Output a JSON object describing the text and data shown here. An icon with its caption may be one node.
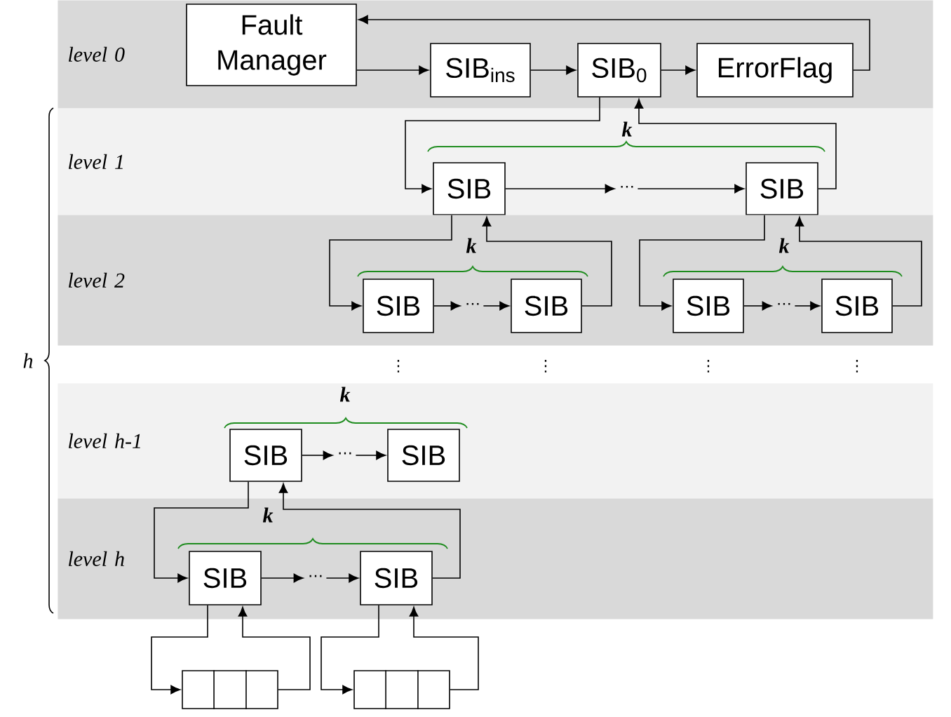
{
  "diagram": {
    "nodes": [
      {
        "text": [
          "level 0"
        ]
      },
      {
        "text": [
          "Fault Manager"
        ],
        "in": 0
      },
      {
        "text": [
          "SIB$_{ins}$"
        ],
        "in": 0
      },
      {
        "text": [
          "SIB$_{0}$"
        ],
        "in": 0
      },
      {
        "text": [
          "ErrorFlag"
        ],
        "in": 0
      },
      {
        "text": [
          "level 1"
        ]
      },
      {
        "text": [
          "SIB"
        ],
        "in": 5
      },
      {
        "text": [
          "⋯"
        ],
        "in": 5
      },
      {
        "text": [
          "SIB"
        ],
        "in": 5
      },
      {
        "text": [
          "level 2"
        ]
      },
      {
        "text": [
          "SIB"
        ],
        "in": 9
      },
      {
        "text": [
          "⋯"
        ],
        "in": 9
      },
      {
        "text": [
          "SIB"
        ],
        "in": 9
      },
      {
        "text": [
          "SIB"
        ],
        "in": 9
      },
      {
        "text": [
          "⋯"
        ],
        "in": 9
      },
      {
        "text": [
          "SIB"
        ],
        "in": 9
      },
      {
        "text": [
          "level h-1"
        ]
      },
      {
        "text": [
          "SIB"
        ],
        "in": 16
      },
      {
        "text": [
          "⋯"
        ],
        "in": 16
      },
      {
        "text": [
          "SIB"
        ],
        "in": 16
      },
      {
        "text": [
          "level h"
        ]
      },
      {
        "text": [
          "SIB"
        ],
        "in": 20
      },
      {
        "text": [
          "⋯"
        ],
        "in": 20
      },
      {
        "text": [
          "SIB"
        ],
        "in": 20
      },
      {
        "text": [],
        "shape": "box"
      },
      {
        "text": [],
        "shape": "box"
      }
    ],
    "edges": [
      {
        "from": 1,
        "to": 2,
        "arrow": "to"
      },
      {
        "from": 2,
        "to": 3,
        "arrow": "to"
      },
      {
        "from": 3,
        "to": 4,
        "arrow": "to"
      },
      {
        "from": 4,
        "to": 1,
        "arrow": "to"
      },
      {
        "from": 3,
        "to": 6,
        "arrow": "to"
      },
      {
        "from": 8,
        "to": 3,
        "arrow": "to"
      },
      {
        "from": 6,
        "to": 7,
        "arrow": "to"
      },
      {
        "from": 7,
        "to": 8,
        "arrow": "to"
      },
      {
        "from": 6,
        "to": 10,
        "arrow": "to"
      },
      {
        "from": 12,
        "to": 6,
        "arrow": "to"
      },
      {
        "from": 8,
        "to": 13,
        "arrow": "to"
      },
      {
        "from": 15,
        "to": 8,
        "arrow": "to"
      },
      {
        "from": 10,
        "to": 11,
        "arrow": "to"
      },
      {
        "from": 11,
        "to": 12,
        "arrow": "to"
      },
      {
        "from": 13,
        "to": 14,
        "arrow": "to"
      },
      {
        "from": 14,
        "to": 15,
        "arrow": "to"
      },
      {
        "from": 17,
        "to": 18,
        "arrow": "to"
      },
      {
        "from": 18,
        "to": 19,
        "arrow": "to"
      },
      {
        "from": 17,
        "to": 21,
        "arrow": "to"
      },
      {
        "from": 23,
        "to": 17,
        "arrow": "to"
      },
      {
        "from": 21,
        "to": 22,
        "arrow": "to"
      },
      {
        "from": 22,
        "to": 23,
        "arrow": "to"
      },
      {
        "from": 21,
        "to": 24,
        "arrow": "to"
      },
      {
        "from": 24,
        "to": 21,
        "arrow": "to"
      },
      {
        "from": 23,
        "to": 25,
        "arrow": "to"
      },
      {
        "from": 25,
        "to": 23,
        "arrow": "to"
      }
    ],
    "labels": [
      "k",
      "k",
      "k",
      "h",
      "⋮",
      "⋮",
      "⋮",
      "⋮",
      "k",
      "k"
    ]
  }
}
